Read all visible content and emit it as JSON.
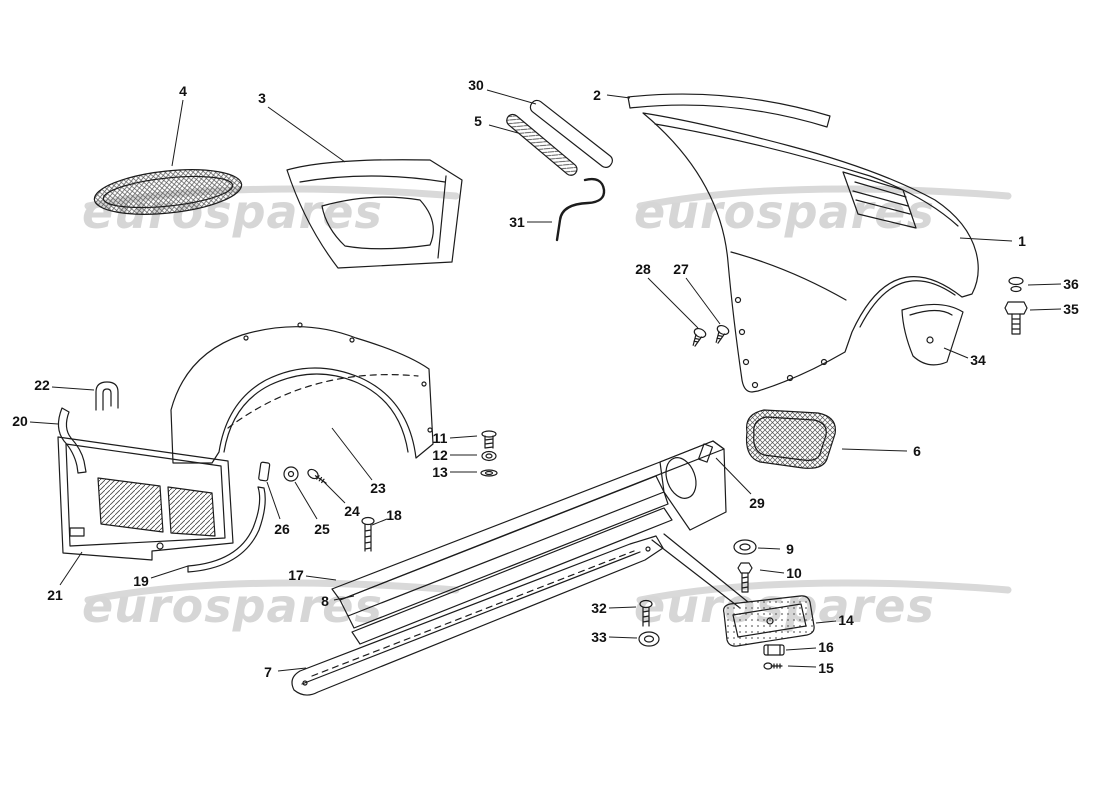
{
  "diagram": {
    "watermark_text": "eurospares",
    "colors": {
      "background": "#ffffff",
      "line": "#1c1c1c",
      "watermark": "#d6d6d6",
      "label": "#111111"
    },
    "callouts": [
      {
        "n": "1",
        "label": [
          1022,
          241
        ],
        "line": [
          1012,
          241,
          960,
          238
        ]
      },
      {
        "n": "2",
        "label": [
          597,
          95
        ],
        "line": [
          607,
          95,
          630,
          98
        ]
      },
      {
        "n": "3",
        "label": [
          262,
          98
        ],
        "line": [
          268,
          107,
          345,
          162
        ]
      },
      {
        "n": "4",
        "label": [
          183,
          91
        ],
        "line": [
          183,
          100,
          172,
          166
        ]
      },
      {
        "n": "5",
        "label": [
          478,
          121
        ],
        "line": [
          489,
          125,
          518,
          133
        ]
      },
      {
        "n": "6",
        "label": [
          917,
          451
        ],
        "line": [
          907,
          451,
          842,
          449
        ]
      },
      {
        "n": "7",
        "label": [
          268,
          672
        ],
        "line": [
          278,
          671,
          306,
          668
        ]
      },
      {
        "n": "8",
        "label": [
          325,
          601
        ],
        "line": [
          334,
          600,
          354,
          596
        ]
      },
      {
        "n": "9",
        "label": [
          790,
          549
        ],
        "line": [
          780,
          549,
          758,
          548
        ]
      },
      {
        "n": "10",
        "label": [
          794,
          573
        ],
        "line": [
          784,
          573,
          760,
          570
        ]
      },
      {
        "n": "11",
        "label": [
          440,
          438
        ],
        "line": [
          450,
          438,
          477,
          436
        ]
      },
      {
        "n": "12",
        "label": [
          440,
          455
        ],
        "line": [
          450,
          455,
          477,
          455
        ]
      },
      {
        "n": "13",
        "label": [
          440,
          472
        ],
        "line": [
          450,
          472,
          477,
          472
        ]
      },
      {
        "n": "14",
        "label": [
          846,
          620
        ],
        "line": [
          836,
          621,
          816,
          623
        ]
      },
      {
        "n": "15",
        "label": [
          826,
          668
        ],
        "line": [
          816,
          667,
          788,
          666
        ]
      },
      {
        "n": "16",
        "label": [
          826,
          647
        ],
        "line": [
          816,
          648,
          786,
          650
        ]
      },
      {
        "n": "17",
        "label": [
          296,
          575
        ],
        "line": [
          306,
          576,
          336,
          580
        ]
      },
      {
        "n": "18",
        "label": [
          394,
          515
        ],
        "line": [
          387,
          519,
          372,
          525
        ]
      },
      {
        "n": "19",
        "label": [
          141,
          581
        ],
        "line": [
          151,
          578,
          188,
          566
        ]
      },
      {
        "n": "20",
        "label": [
          20,
          421
        ],
        "line": [
          30,
          422,
          58,
          424
        ]
      },
      {
        "n": "21",
        "label": [
          55,
          595
        ],
        "line": [
          60,
          585,
          82,
          552
        ]
      },
      {
        "n": "22",
        "label": [
          42,
          385
        ],
        "line": [
          52,
          387,
          94,
          390
        ]
      },
      {
        "n": "23",
        "label": [
          378,
          488
        ],
        "line": [
          372,
          480,
          332,
          428
        ]
      },
      {
        "n": "24",
        "label": [
          352,
          511
        ],
        "line": [
          345,
          503,
          322,
          480
        ]
      },
      {
        "n": "25",
        "label": [
          322,
          529
        ],
        "line": [
          317,
          519,
          295,
          482
        ]
      },
      {
        "n": "26",
        "label": [
          282,
          529
        ],
        "line": [
          280,
          519,
          267,
          482
        ]
      },
      {
        "n": "27",
        "label": [
          681,
          269
        ],
        "line": [
          686,
          278,
          720,
          324
        ]
      },
      {
        "n": "28",
        "label": [
          643,
          269
        ],
        "line": [
          648,
          278,
          698,
          328
        ]
      },
      {
        "n": "29",
        "label": [
          757,
          503
        ],
        "line": [
          751,
          494,
          716,
          458
        ]
      },
      {
        "n": "30",
        "label": [
          476,
          85
        ],
        "line": [
          487,
          90,
          536,
          104
        ]
      },
      {
        "n": "31",
        "label": [
          517,
          222
        ],
        "line": [
          527,
          222,
          552,
          222
        ]
      },
      {
        "n": "32",
        "label": [
          599,
          608
        ],
        "line": [
          609,
          608,
          636,
          607
        ]
      },
      {
        "n": "33",
        "label": [
          599,
          637
        ],
        "line": [
          609,
          637,
          637,
          638
        ]
      },
      {
        "n": "34",
        "label": [
          978,
          360
        ],
        "line": [
          968,
          358,
          944,
          348
        ]
      },
      {
        "n": "35",
        "label": [
          1071,
          309
        ],
        "line": [
          1061,
          309,
          1030,
          310
        ]
      },
      {
        "n": "36",
        "label": [
          1071,
          284
        ],
        "line": [
          1061,
          284,
          1028,
          285
        ]
      }
    ]
  }
}
